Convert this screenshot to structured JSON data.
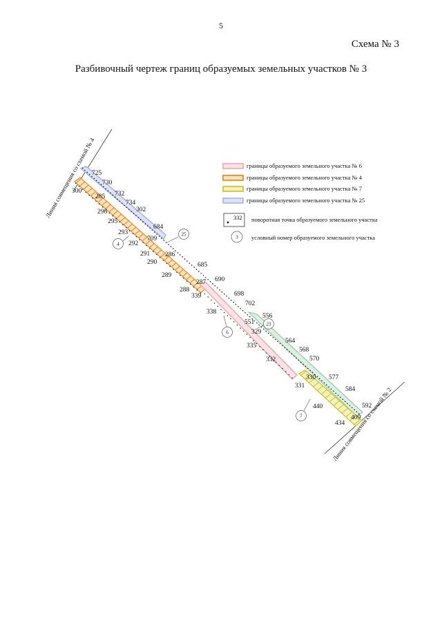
{
  "page_number": "5",
  "scheme_label": "Схема № 3",
  "title": "Разбивочный чертеж границ образуемых земельных участков № 3",
  "alignment_lines": {
    "left": "Линия совмещения со схемой № 4",
    "right": "Линия совмещения со схемой № 2"
  },
  "legend": {
    "items": [
      {
        "label": "границы образуемого земельного участка № 6",
        "color": "#f2a7ad"
      },
      {
        "label": "границы образуемого земельного участка № 4",
        "color": "#ef8a1f"
      },
      {
        "label": "границы образуемого земельного участка № 7",
        "color": "#c9c21a"
      },
      {
        "label": "границы образуемого земельного участка № 25",
        "color": "#a8b2e6"
      }
    ],
    "point_sample": "332",
    "point_label": "поворотная точка образуемого земельного участка",
    "number_sample": "3",
    "number_label": "условный номер образуемого земельного участка"
  },
  "plot_numbers": [
    "25",
    "4",
    "23",
    "6",
    "7"
  ],
  "point_labels": [
    "725",
    "730",
    "732",
    "734",
    "302",
    "684",
    "709",
    "685",
    "690",
    "698",
    "702",
    "556",
    "551",
    "329",
    "564",
    "568",
    "570",
    "577",
    "584",
    "592",
    "409",
    "434",
    "440",
    "331",
    "330",
    "332",
    "335",
    "338",
    "339",
    "287",
    "288",
    "289",
    "290",
    "286",
    "291",
    "292",
    "293",
    "295",
    "296",
    "285",
    "300"
  ]
}
